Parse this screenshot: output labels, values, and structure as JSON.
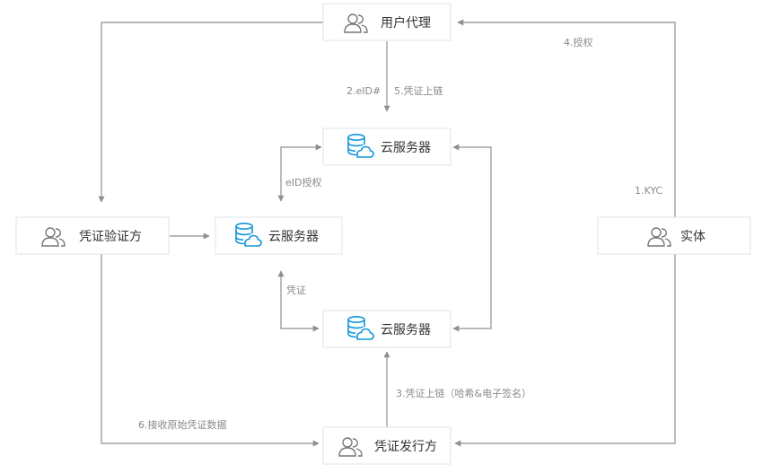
{
  "nodes": {
    "user_agent": "用户代理",
    "cloud_top": "云服务器",
    "cloud_center": "云服务器",
    "cloud_bottom": "云服务器",
    "verifier": "凭证验证方",
    "issuer": "凭证发行方",
    "entity": "实体"
  },
  "edges": {
    "kyc": "1.KYC",
    "eid": "2.eID#",
    "chain_hash": "3.凭证上链（哈希&电子签名）",
    "authorize": "4.授权",
    "chain_upload": "5.凭证上链",
    "receive_data": "6.接收原始凭证数据",
    "eid_authorize": "eID授权",
    "credential": "凭证"
  },
  "colors": {
    "accent": "#1296db",
    "line": "#8f8f8f",
    "box_border": "#e1e3e8",
    "text": "#333333",
    "label": "#8a8a8a"
  },
  "icons": {
    "user": "user-group-icon",
    "cloud": "cloud-database-icon"
  }
}
